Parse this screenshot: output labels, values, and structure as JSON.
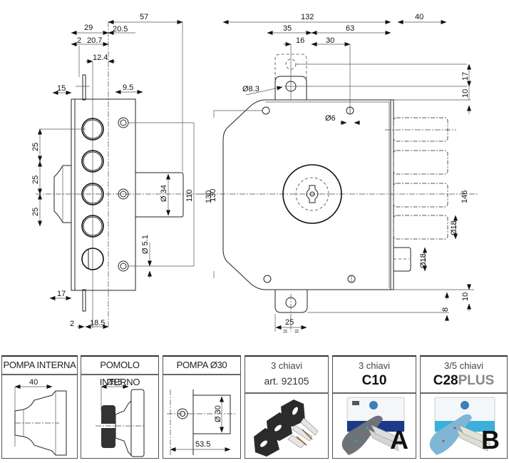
{
  "drawing": {
    "title": "Lock technical drawing",
    "side_view": {
      "top_dims": [
        "57",
        "29",
        "20.5",
        "2",
        "20.7",
        "12.4"
      ],
      "dim_15": "15",
      "dim_9_5": "9.5",
      "dim_25a": "25",
      "dim_25b": "25",
      "dim_25c": "25",
      "dim_phi34": "Ø 34",
      "dim_phi5_1": "Ø 5.1",
      "dim_110": "110",
      "dim_130": "130",
      "dim_17": "17",
      "dim_2": "2",
      "dim_18_5": "18.5",
      "eq": "="
    },
    "front_view": {
      "dim_132": "132",
      "dim_40": "40",
      "dim_35": "35",
      "dim_63": "63",
      "dim_16": "16",
      "dim_30": "30",
      "dim_phi8_3": "Ø8.3",
      "dim_phi6": "Ø6",
      "dim_17": "17",
      "dim_10_top": "10",
      "dim_130": "130",
      "dim_146": "146",
      "dim_phi18a": "Ø18",
      "dim_phi18b": "Ø18",
      "dim_10_bottom": "10",
      "dim_8": "8",
      "dim_25": "25",
      "eq": "="
    }
  },
  "panels": [
    {
      "title": "POMPA INTERNA",
      "dim": "40"
    },
    {
      "title": "POMOLO INTERNO",
      "dim": "28.5"
    },
    {
      "title": "POMPA Ø30",
      "dim_phi": "Ø 30",
      "dim_len": "53.5"
    },
    {
      "line1": "3 chiavi",
      "line2": "art. 92105"
    },
    {
      "line1": "3 chiavi",
      "line2": "C10",
      "badge": "A"
    },
    {
      "line1": "3/5 chiavi",
      "line2_bold": "C28",
      "line2_light": "PLUS",
      "badge": "B"
    }
  ]
}
